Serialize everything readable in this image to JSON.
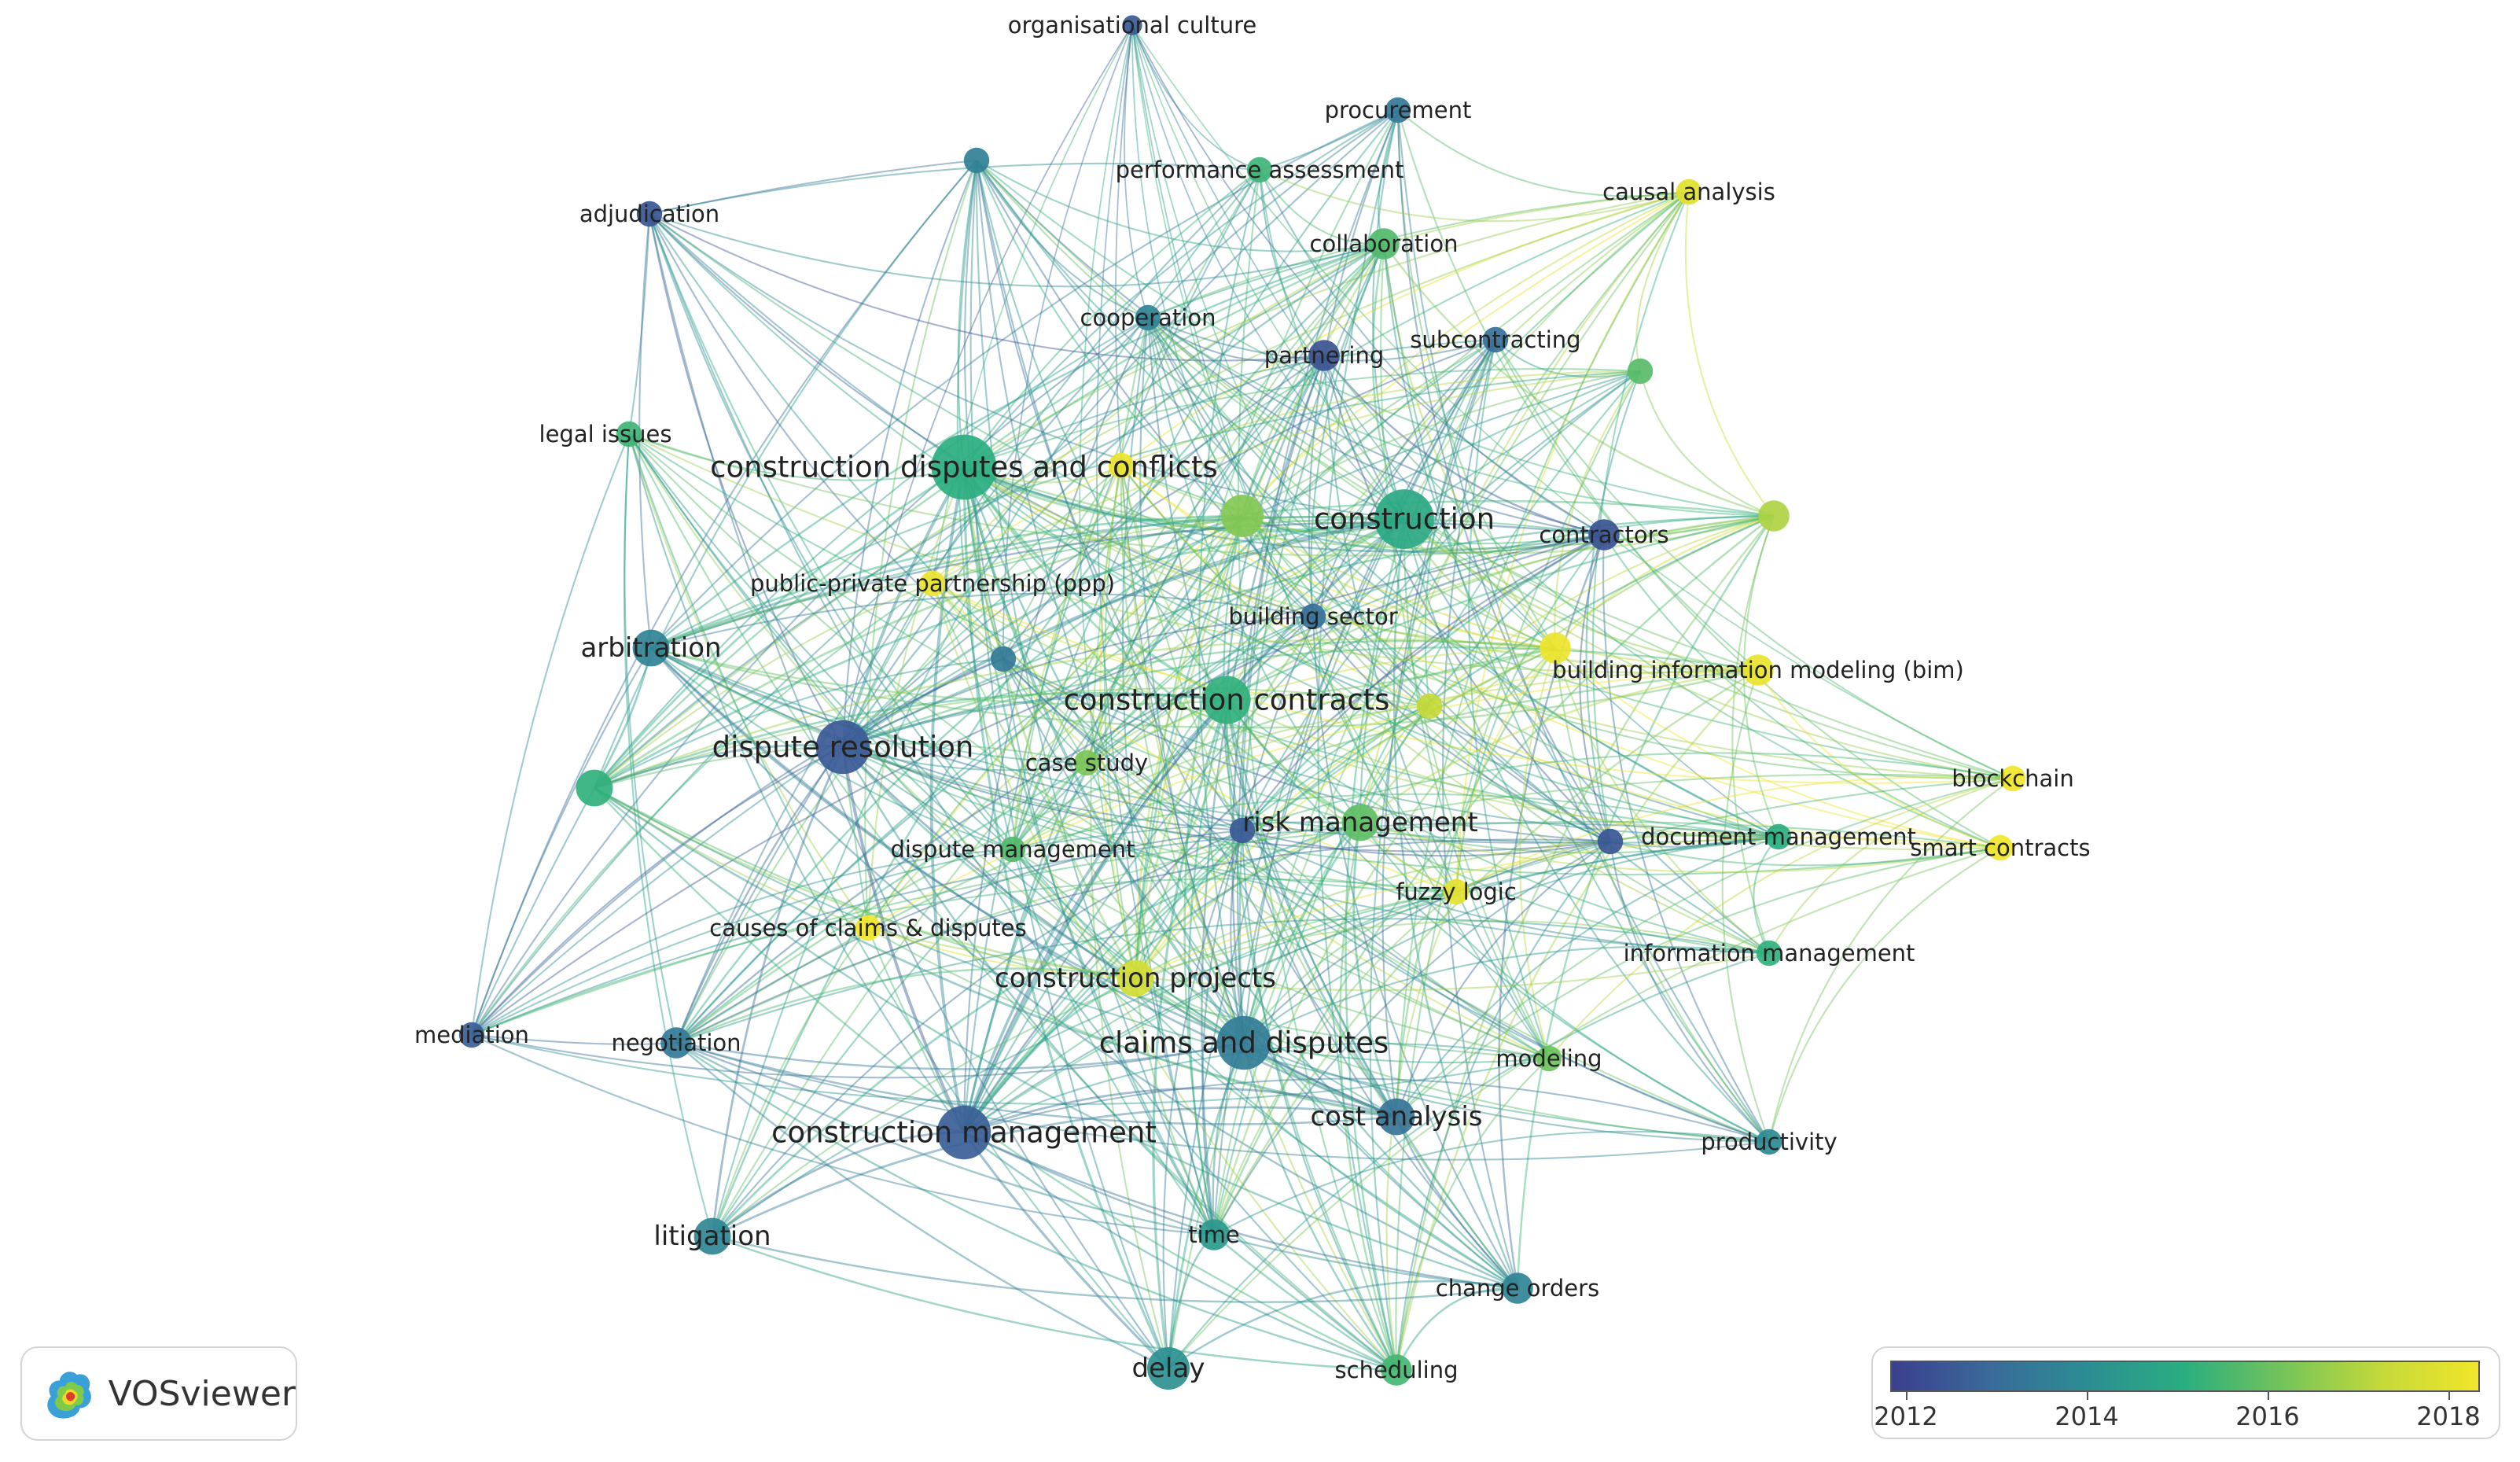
{
  "app": {
    "name": "VOSviewer"
  },
  "network": {
    "nodes": [
      {
        "id": "organisational_culture",
        "label": "organisational culture",
        "year": 2012.4,
        "weight": 1,
        "big": false
      },
      {
        "id": "procurement",
        "label": "procurement",
        "year": 2013.2,
        "weight": 2,
        "big": false
      },
      {
        "id": "unlabeled_1",
        "label": "",
        "year": 2013.5,
        "weight": 2,
        "big": false
      },
      {
        "id": "performance_assessment",
        "label": "performance assessment",
        "year": 2015.3,
        "weight": 2,
        "big": false
      },
      {
        "id": "causal_analysis",
        "label": "causal analysis",
        "year": 2017.9,
        "weight": 2,
        "big": false
      },
      {
        "id": "adjudication",
        "label": "adjudication",
        "year": 2012.3,
        "weight": 2,
        "big": false
      },
      {
        "id": "collaboration",
        "label": "collaboration",
        "year": 2015.6,
        "weight": 3,
        "big": false
      },
      {
        "id": "cooperation",
        "label": "cooperation",
        "year": 2013.6,
        "weight": 2,
        "big": false
      },
      {
        "id": "partnering",
        "label": "partnering",
        "year": 2012.2,
        "weight": 3,
        "big": false
      },
      {
        "id": "subcontracting",
        "label": "subcontracting",
        "year": 2013.0,
        "weight": 2,
        "big": false
      },
      {
        "id": "unlabeled_2",
        "label": "",
        "year": 2015.7,
        "weight": 2,
        "big": false
      },
      {
        "id": "legal_issues",
        "label": "legal issues",
        "year": 2015.3,
        "weight": 2,
        "big": false
      },
      {
        "id": "construction_disputes_and_conflicts",
        "label": "construction disputes and conflicts",
        "year": 2015.0,
        "weight": 9,
        "big": true
      },
      {
        "id": "unlabeled_3",
        "label": "",
        "year": 2018.2,
        "weight": 2,
        "big": false
      },
      {
        "id": "unlabeled_4",
        "label": "",
        "year": 2016.3,
        "weight": 5,
        "big": false
      },
      {
        "id": "construction",
        "label": "construction",
        "year": 2014.8,
        "weight": 8,
        "big": true
      },
      {
        "id": "contractors",
        "label": "contractors",
        "year": 2012.2,
        "weight": 3,
        "big": false
      },
      {
        "id": "unlabeled_5",
        "label": "",
        "year": 2016.9,
        "weight": 3,
        "big": false
      },
      {
        "id": "public_private_partnership",
        "label": "public-private partnership (ppp)",
        "year": 2018.2,
        "weight": 2,
        "big": false
      },
      {
        "id": "building_sector",
        "label": "building sector",
        "year": 2013.0,
        "weight": 2,
        "big": false
      },
      {
        "id": "arbitration",
        "label": "arbitration",
        "year": 2013.6,
        "weight": 4,
        "big": true
      },
      {
        "id": "unlabeled_6",
        "label": "",
        "year": 2013.3,
        "weight": 2,
        "big": false
      },
      {
        "id": "unlabeled_7",
        "label": "",
        "year": 2018.2,
        "weight": 3,
        "big": false
      },
      {
        "id": "building_information_modeling",
        "label": "building information modeling (bim)",
        "year": 2018.1,
        "weight": 3,
        "big": false
      },
      {
        "id": "construction_contracts",
        "label": "construction contracts",
        "year": 2015.1,
        "weight": 6,
        "big": true
      },
      {
        "id": "unlabeled_8",
        "label": "",
        "year": 2017.2,
        "weight": 2,
        "big": false
      },
      {
        "id": "dispute_resolution",
        "label": "dispute resolution",
        "year": 2012.4,
        "weight": 7,
        "big": true
      },
      {
        "id": "case_study",
        "label": "case study",
        "year": 2016.2,
        "weight": 2,
        "big": false
      },
      {
        "id": "blockchain",
        "label": "blockchain",
        "year": 2018.3,
        "weight": 2,
        "big": false
      },
      {
        "id": "unlabeled_9",
        "label": "",
        "year": 2015.1,
        "weight": 4,
        "big": false
      },
      {
        "id": "risk_management",
        "label": "risk management",
        "year": 2015.8,
        "weight": 4,
        "big": true
      },
      {
        "id": "unlabeled_10",
        "label": "",
        "year": 2012.4,
        "weight": 2,
        "big": false
      },
      {
        "id": "unlabeled_11",
        "label": "",
        "year": 2012.3,
        "weight": 2,
        "big": false
      },
      {
        "id": "document_management",
        "label": "document management",
        "year": 2015.0,
        "weight": 2,
        "big": false
      },
      {
        "id": "smart_contracts",
        "label": "smart contracts",
        "year": 2018.3,
        "weight": 2,
        "big": false
      },
      {
        "id": "dispute_management",
        "label": "dispute management",
        "year": 2015.6,
        "weight": 2,
        "big": false
      },
      {
        "id": "fuzzy_logic",
        "label": "fuzzy logic",
        "year": 2018.0,
        "weight": 2,
        "big": false
      },
      {
        "id": "causes_of_claims",
        "label": "causes of claims & disputes",
        "year": 2018.3,
        "weight": 2,
        "big": false
      },
      {
        "id": "information_management",
        "label": "information management",
        "year": 2015.1,
        "weight": 2,
        "big": false
      },
      {
        "id": "construction_projects",
        "label": "construction projects",
        "year": 2017.6,
        "weight": 4,
        "big": true
      },
      {
        "id": "mediation",
        "label": "mediation",
        "year": 2012.5,
        "weight": 2,
        "big": false
      },
      {
        "id": "negotiation",
        "label": "negotiation",
        "year": 2013.3,
        "weight": 3,
        "big": false
      },
      {
        "id": "claims_and_disputes",
        "label": "claims and disputes",
        "year": 2013.4,
        "weight": 7,
        "big": true
      },
      {
        "id": "modeling",
        "label": "modeling",
        "year": 2016.0,
        "weight": 2,
        "big": false
      },
      {
        "id": "cost_analysis",
        "label": "cost analysis",
        "year": 2013.1,
        "weight": 4,
        "big": true
      },
      {
        "id": "productivity",
        "label": "productivity",
        "year": 2013.8,
        "weight": 2,
        "big": false
      },
      {
        "id": "construction_management",
        "label": "construction management",
        "year": 2012.5,
        "weight": 7,
        "big": true
      },
      {
        "id": "litigation",
        "label": "litigation",
        "year": 2013.7,
        "weight": 4,
        "big": true
      },
      {
        "id": "time",
        "label": "time",
        "year": 2014.3,
        "weight": 3,
        "big": false
      },
      {
        "id": "change_orders",
        "label": "change orders",
        "year": 2013.6,
        "weight": 3,
        "big": false
      },
      {
        "id": "delay",
        "label": "delay",
        "year": 2014.0,
        "weight": 5,
        "big": true
      },
      {
        "id": "scheduling",
        "label": "scheduling",
        "year": 2015.4,
        "weight": 3,
        "big": false
      }
    ]
  },
  "legend": {
    "title": "",
    "ticks": [
      "2012",
      "2014",
      "2016",
      "2018"
    ],
    "range": [
      2011.7,
      2018.3
    ],
    "colors": [
      "#3b3f8e",
      "#3a6a9a",
      "#2c8d93",
      "#2aae80",
      "#74c45a",
      "#c4d93a",
      "#f1e52a"
    ]
  }
}
